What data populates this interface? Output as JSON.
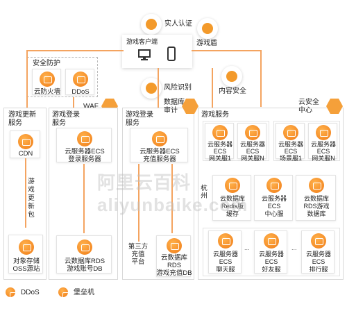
{
  "top": {
    "realname": "实人认证",
    "client": "游戏客户端",
    "shield": "游戏盾",
    "risk": "风险识别",
    "content_security": "内容安全"
  },
  "security_box": {
    "title": "安全防护",
    "firewall": "云防火墙",
    "ddos": "DDoS",
    "waf": "WAF"
  },
  "sections": {
    "update": {
      "title": "游戏更新\n服务",
      "cdn": "CDN",
      "vertical": "游\n戏\n更\n新\n包",
      "oss": "对象存储\nOSS源站"
    },
    "login": {
      "title": "游戏登录\n服务",
      "ecs": "云服务器ECS\n登录服务器",
      "rds": "云数据库RDS\n游戏账号DB"
    },
    "recharge": {
      "title": "游戏登录\n服务",
      "audit": "数据库\n审计",
      "ecs": "云服务器ECS\n充值服务器",
      "third": "第三方\n充值\n平台",
      "rds": "云数据库\nRDS\n游戏充值DB"
    },
    "game": {
      "title": "游戏服务",
      "cloud_center": "云安全\n中心",
      "gw1": "云服务器\nECS\n网关服1",
      "gwn": "云服务器\nECS\n网关服N",
      "scene1": "云服务器\nECS\n场景服1",
      "gwn2": "云服务器\nECS\n网关服N",
      "region": "杭\n州",
      "redis": "云数据库\nRedis版\n缓存",
      "center": "云服务器\nECS\n中心服",
      "rdsdb": "云数据库\nRDS游戏\n数据库",
      "chat": "云服务器\nECS\n聊天服",
      "friend": "云服务器\nECS\n好友服",
      "rank": "云服务器\nECS\n排行服",
      "dots": "..."
    }
  },
  "legend": {
    "ddos": "DDoS",
    "bastion": "堡垒机"
  },
  "watermark": "阿里云百科 aliyunbaike.com",
  "colors": {
    "accent": "#f39a2b",
    "line": "#f4a460"
  }
}
